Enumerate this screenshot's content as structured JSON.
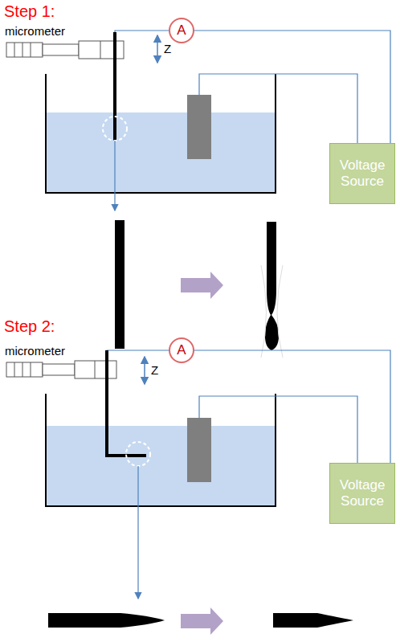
{
  "diagram": {
    "nodes": [
      {
        "text": [
          "A"
        ]
      },
      {
        "text": [
          "Voltage Source"
        ]
      },
      {
        "text": [
          "A"
        ]
      },
      {
        "text": [
          "Voltage Source"
        ]
      }
    ],
    "edges": [
      {
        "from": 0,
        "to": 1,
        "arrow": "none"
      },
      {
        "from": 2,
        "to": 3,
        "arrow": "none"
      }
    ],
    "labels": [
      "Step 1:",
      "micrometer",
      "Z",
      "Step 2:",
      "micrometer",
      "Z"
    ]
  }
}
